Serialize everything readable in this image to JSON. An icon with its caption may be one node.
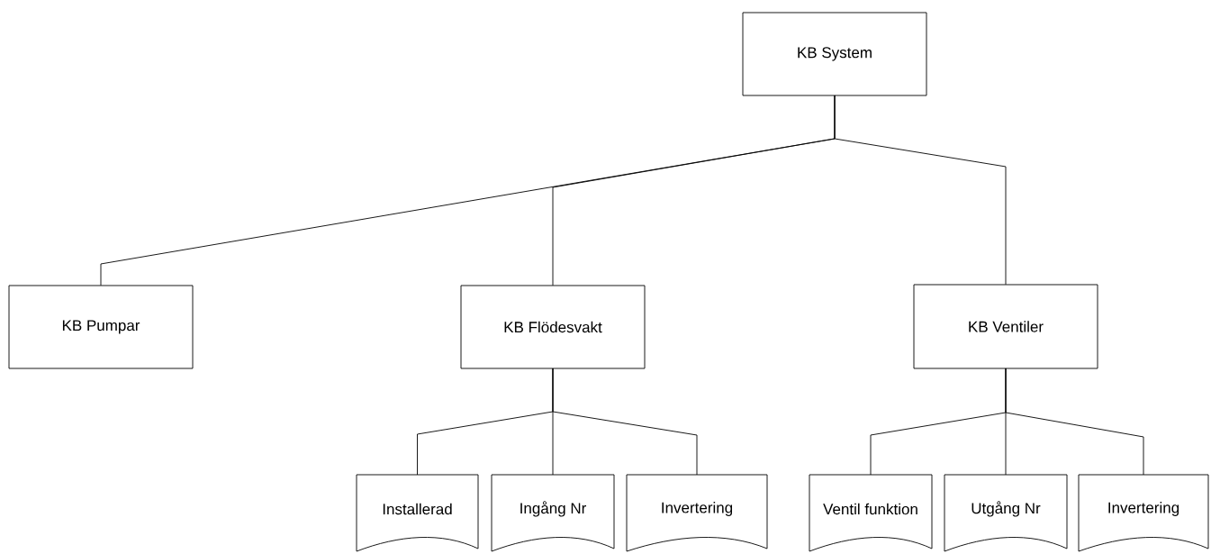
{
  "diagram": {
    "nodes": [
      {
        "text": [
          "KB System"
        ]
      },
      {
        "text": [
          "KB Pumpar"
        ]
      },
      {
        "text": [
          "KB Flödesvakt"
        ]
      },
      {
        "text": [
          "KB Ventiler"
        ]
      },
      {
        "text": [
          "Installerad"
        ]
      },
      {
        "text": [
          "Ingång Nr"
        ]
      },
      {
        "text": [
          "Invertering"
        ]
      },
      {
        "text": [
          "Ventil funktion"
        ]
      },
      {
        "text": [
          "Utgång Nr"
        ]
      },
      {
        "text": [
          "Invertering"
        ]
      }
    ],
    "edges": [
      {
        "from": 0,
        "to": 1,
        "arrow": "none"
      },
      {
        "from": 0,
        "to": 2,
        "arrow": "none"
      },
      {
        "from": 0,
        "to": 3,
        "arrow": "none"
      },
      {
        "from": 2,
        "to": 4,
        "arrow": "none"
      },
      {
        "from": 2,
        "to": 5,
        "arrow": "none"
      },
      {
        "from": 2,
        "to": 6,
        "arrow": "none"
      },
      {
        "from": 3,
        "to": 7,
        "arrow": "none"
      },
      {
        "from": 3,
        "to": 8,
        "arrow": "none"
      },
      {
        "from": 3,
        "to": 9,
        "arrow": "none"
      }
    ]
  }
}
